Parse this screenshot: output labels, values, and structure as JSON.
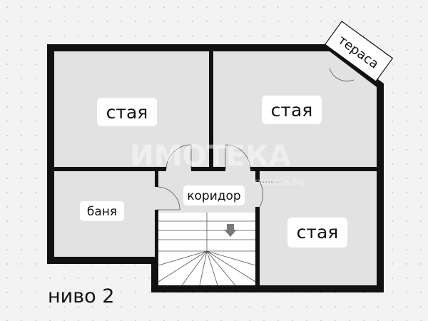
{
  "rooms": {
    "room_top_left": "стая",
    "room_top_right": "стая",
    "room_bottom_right": "стая",
    "bathroom": "баня",
    "corridor": "коридор",
    "terrace": "тераса"
  },
  "level_label": "ниво 2",
  "watermark": {
    "logo": "ИМОТЕКА",
    "url": "imoteka.bg"
  },
  "colors": {
    "wall": "#111111",
    "floor": "#e2e2e2",
    "background": "#f3f3f3"
  }
}
